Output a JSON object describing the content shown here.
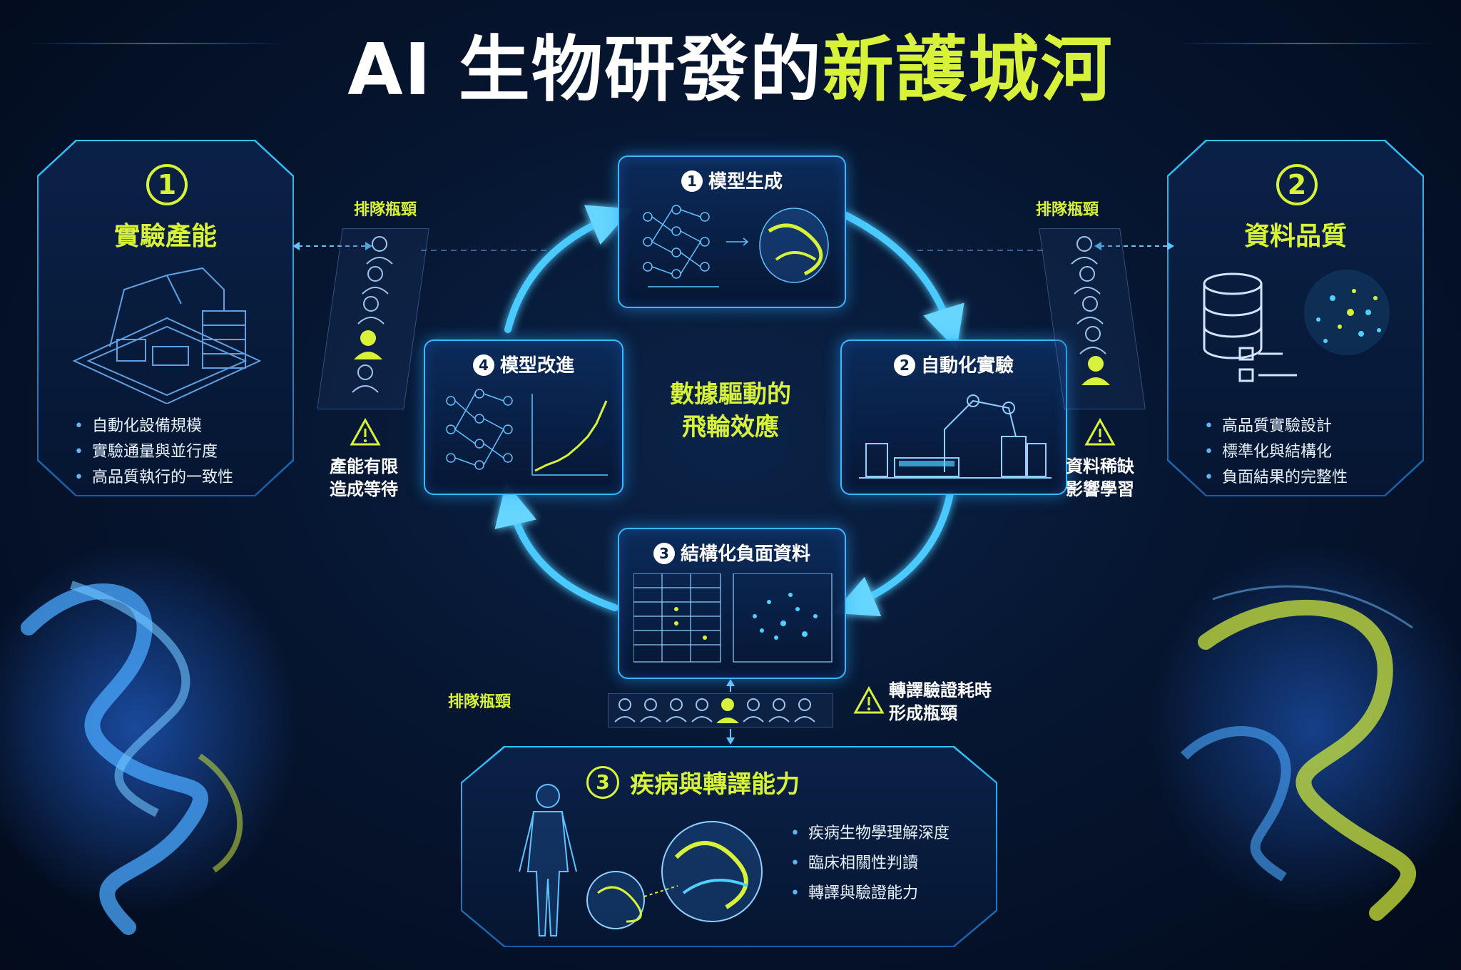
{
  "title": {
    "part1": "AI 生物研發的",
    "part2": "新護城河"
  },
  "left_panel": {
    "number": "1",
    "title": "實驗產能",
    "bullets": [
      "自動化設備規模",
      "實驗通量與並行度",
      "高品質執行的一致性"
    ]
  },
  "right_panel": {
    "number": "2",
    "title": "資料品質",
    "bullets": [
      "高品質實驗設計",
      "標準化與結構化",
      "負面結果的完整性"
    ]
  },
  "bottom_panel": {
    "number": "3",
    "title": "疾病與轉譯能力",
    "bullets": [
      "疾病生物學理解深度",
      "臨床相關性判讀",
      "轉譯與驗證能力"
    ]
  },
  "cycle": {
    "center_line1": "數據驅動的",
    "center_line2": "飛輪效應",
    "cards": [
      {
        "num": "1",
        "label": "模型生成"
      },
      {
        "num": "2",
        "label": "自動化實驗"
      },
      {
        "num": "3",
        "label": "結構化負面資料"
      },
      {
        "num": "4",
        "label": "模型改進"
      }
    ]
  },
  "bottlenecks": {
    "label": "排隊瓶頸",
    "left_note": [
      "產能有限",
      "造成等待"
    ],
    "right_note": [
      "資料稀缺",
      "影響學習"
    ],
    "bottom_note": [
      "轉譯驗證耗時",
      "形成瓶頸"
    ]
  },
  "colors": {
    "accent_yellow": "#d8f23a",
    "glow_blue": "#3bb8ff",
    "background": "#061631"
  }
}
